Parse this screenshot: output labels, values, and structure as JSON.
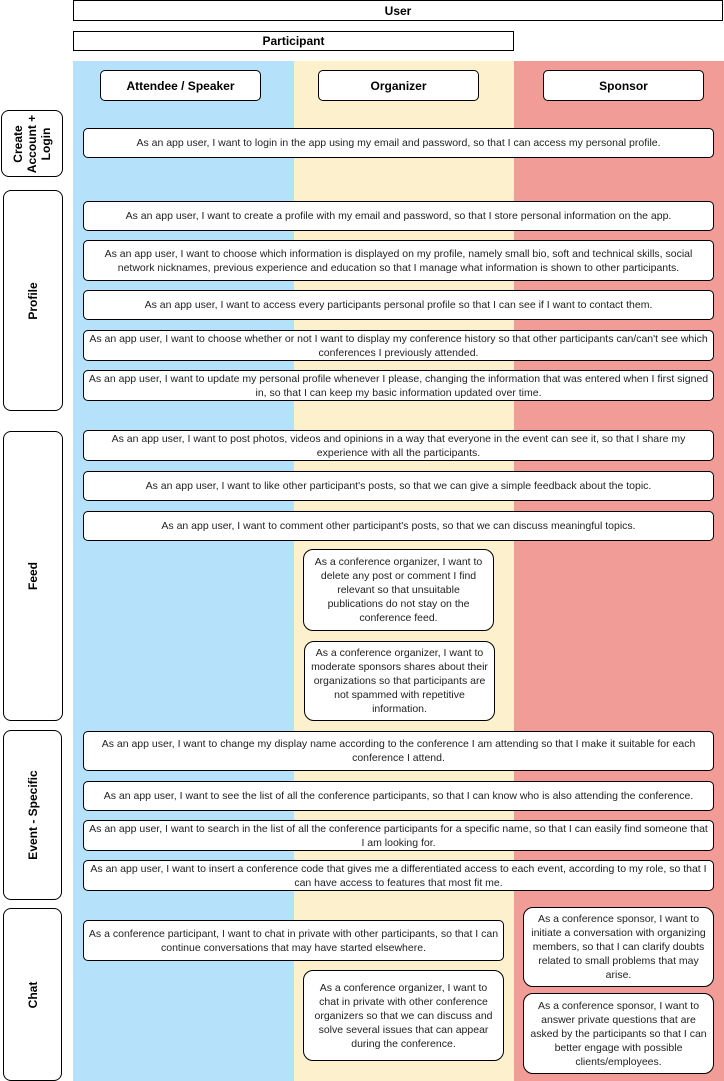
{
  "headers": {
    "user": "User",
    "participant": "Participant"
  },
  "columns": {
    "attendee": {
      "label": "Attendee / Speaker",
      "color": "#b5e1fb"
    },
    "organizer": {
      "label": "Organizer",
      "color": "#fdf0cc"
    },
    "sponsor": {
      "label": "Sponsor",
      "color": "#f19c97"
    }
  },
  "rows": {
    "create_account": "Create\nAccount +\nLogin",
    "profile": "Profile",
    "feed": "Feed",
    "event_specific": "Event - Specific",
    "chat": "Chat"
  },
  "stories": {
    "login": "As an app user, I want to login in the app using my email and password, so that I can access my personal profile.",
    "create_profile": "As an app user, I want to create a profile with my email and password, so that I store personal information on the app.",
    "choose_info": "As an app user, I want to choose which information is displayed on my profile, namely small bio, soft and technical skills, social network nicknames, previous experience and education so that I manage what information is shown to other participants.",
    "access_profiles": "As an app user, I want to access every participants personal profile so that I can see if I want to contact them.",
    "conference_history": "As an app user, I want to choose whether or not I want to display my conference history so that other participants can/can't see which conferences I previously attended.",
    "update_profile": "As an app user, I want to update my personal profile whenever I please, changing the information that was entered when I first signed in, so that I can keep my basic information updated over time.",
    "post_photos": "As an app user, I want to post photos, videos and opinions in a way that everyone in the event can see it, so that I share my experience with all the participants.",
    "like_posts": "As an app user, I want to like other participant's posts, so that we can give a simple feedback about the topic.",
    "comment_posts": "As an app user, I want to comment other participant's posts, so that we can discuss meaningful topics.",
    "delete_post": "As a conference organizer, I want to delete any post or comment I find relevant so that unsuitable publications do not stay on the conference feed.",
    "moderate_sponsors": "As a conference organizer, I want to moderate sponsors shares about their organizations so that participants are not spammed with repetitive information.",
    "display_name": "As an app user, I want to change my display name according to the conference I am attending so that I make it suitable for each conference I attend.",
    "list_participants": "As an app user, I want to see the list of all the conference participants, so that I can know who is also attending the conference.",
    "search_participants": "As an app user, I want to search in the list of all the conference participants for a specific name, so that I can easily find someone that I am looking for.",
    "conference_code": "As an app user, I want to insert a conference code that gives me a differentiated access to each event, according to my role, so that I can have access to features that most fit me.",
    "chat_participant": "As a conference participant, I want to chat in private with other participants, so that I can continue conversations that may have started elsewhere.",
    "chat_organizer": "As a conference organizer, I want to chat in private with other conference organizers so that we can discuss and solve several issues that can appear during the conference.",
    "sponsor_initiate": "As a conference sponsor, I want to initiate a conversation with organizing members, so that I can clarify doubts related to small problems that may arise.",
    "sponsor_answer": "As a conference sponsor, I want to answer private questions that are asked by the participants so that I can better engage with possible clients/employees."
  }
}
